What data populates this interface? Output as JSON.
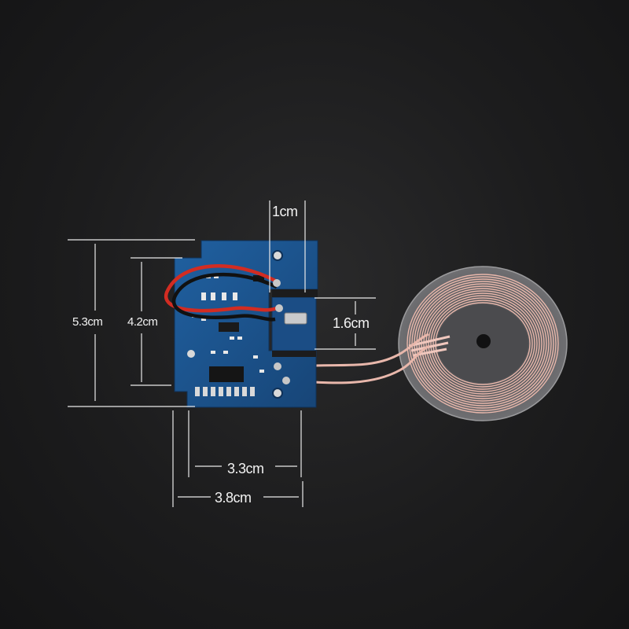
{
  "photo": {
    "subject": "wireless-charger-pcb-module-with-coil",
    "colors": {
      "background": "#1c1c1d",
      "pcb": "#1d4f8a",
      "coil_copper": "#e9b9ae",
      "dimension_lines": "#f2f2f2"
    }
  },
  "dimensions": {
    "connector_width": "1cm",
    "connector_height": "1.6cm",
    "board_height": "5.3cm",
    "inner_height": "4.2cm",
    "inner_width": "3.3cm",
    "board_width": "3.8cm"
  }
}
